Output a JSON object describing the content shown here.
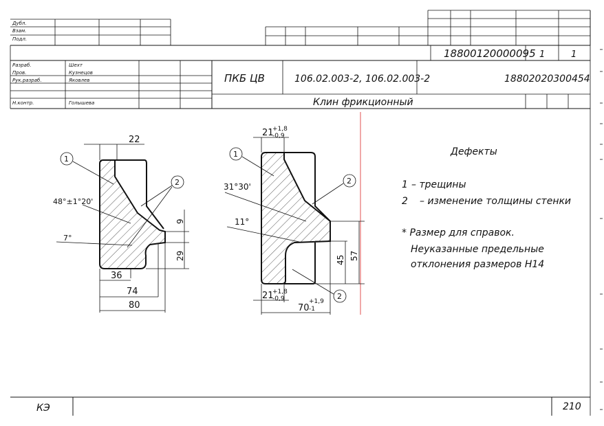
{
  "stamp": {
    "approval_labels": [
      "Дубл.",
      "Взам.",
      "Подл."
    ],
    "doc_number": "18800120000095",
    "sheet": "1",
    "sheets": "1",
    "roles": [
      {
        "role": "Разраб.",
        "name": "Шехт"
      },
      {
        "role": "Пров.",
        "name": "Кузнецов"
      },
      {
        "role": "Рук.разраб.",
        "name": "Яковлев"
      },
      {
        "role": "",
        "name": ""
      },
      {
        "role": "Н.контр.",
        "name": "Голышева"
      }
    ],
    "organization": "ПКБ ЦВ",
    "drawing_refs": "106.02.003-2,  106.02.003-2",
    "code": "18802020300454",
    "part_name": "Клин фрикционный"
  },
  "legend": {
    "title": "Дефекты",
    "items": [
      {
        "num": "1",
        "text": "– трещины"
      },
      {
        "num": "2",
        "text": "– изменение толщины стенки"
      }
    ],
    "note_lines": [
      "*  Размер для справок.",
      "Неуказанные предельные",
      "отклонения размеров Н14"
    ]
  },
  "left_view": {
    "dims": {
      "d22": "22",
      "angle_48": "48°±1°20'",
      "angle_7": "7°",
      "d9": "9",
      "d29": "29",
      "d36": "36",
      "d74": "74",
      "d80": "80"
    },
    "callouts": [
      "1",
      "2"
    ]
  },
  "right_view": {
    "dims": {
      "top_main": "21",
      "top_up": "+1,8",
      "top_low": "-0,9",
      "angle_31": "31°30'",
      "angle_11": "11°",
      "d45": "45",
      "d57": "57",
      "bot_main": "21",
      "bot_up": "+1,8",
      "bot_low": "-0,9",
      "d70_main": "70",
      "d70_up": "+1,9",
      "d70_low": "-1"
    },
    "callouts": [
      "1",
      "2",
      "2"
    ]
  },
  "footer": {
    "left": "КЭ",
    "right": "210"
  },
  "colors": {
    "ink": "#111111",
    "red_axis": "#e05050",
    "paper": "#ffffff"
  }
}
